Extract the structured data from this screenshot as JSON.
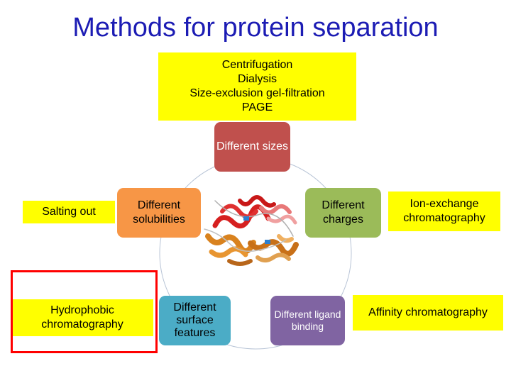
{
  "title": "Methods for protein separation",
  "size_methods": {
    "items": [
      "Centrifugation",
      "Dialysis",
      "Size-exclusion gel-filtration",
      "PAGE"
    ]
  },
  "properties": {
    "sizes": "Different sizes",
    "solubilities": "Different solubilities",
    "charges": "Different charges",
    "surface": "Different surface features",
    "ligand": "Different ligand binding"
  },
  "methods": {
    "salting_out": "Salting out",
    "hydrophobic": "Hydrophobic chromatography",
    "ion_exchange": "Ion-exchange chromatography",
    "affinity": "Affinity chromatography"
  },
  "colors": {
    "title": "#1c1cb4",
    "method_box": "#ffff00",
    "sizes": "#c0504d",
    "solubilities": "#f79646",
    "charges": "#9bbb59",
    "surface": "#4bacc6",
    "ligand": "#8064a2",
    "highlight": "#ff0000"
  }
}
